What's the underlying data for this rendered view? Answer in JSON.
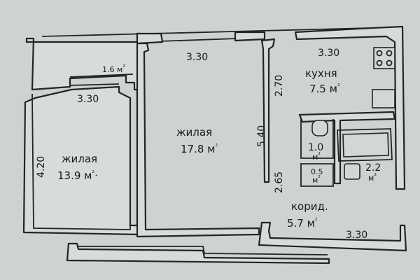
{
  "rooms": {
    "living_left": {
      "name": "жилая",
      "area": "13.9 м",
      "area_suffix": "²",
      "tail": "·"
    },
    "living_center": {
      "name": "жилая",
      "area": "17.8 м",
      "area_suffix": "²"
    },
    "kitchen": {
      "name": "кухня",
      "area": "7.5 м",
      "area_suffix": "²"
    },
    "balcony": {
      "area": "1.6 м",
      "area_suffix": "²"
    },
    "toilet": {
      "area": "1.0",
      "unit": "м",
      "unit_suffix": "²"
    },
    "closet": {
      "area": "0.5",
      "unit": "м",
      "unit_suffix": "²"
    },
    "bathroom": {
      "area": "2.2",
      "unit": "м",
      "unit_suffix": "²"
    },
    "corridor": {
      "name": "корид.",
      "area": "5.7 м",
      "area_suffix": "²"
    }
  },
  "dimensions": {
    "left_room_width": "3.30",
    "center_room_width": "3.30",
    "kitchen_width": "3.30",
    "corridor_width": "3.30",
    "left_room_height": "4.20",
    "kitchen_height": "2.70",
    "center_room_height": "5.40",
    "corridor_height": "2.65"
  },
  "colors": {
    "paper": "#cdd3d2",
    "ink": "#202626"
  }
}
